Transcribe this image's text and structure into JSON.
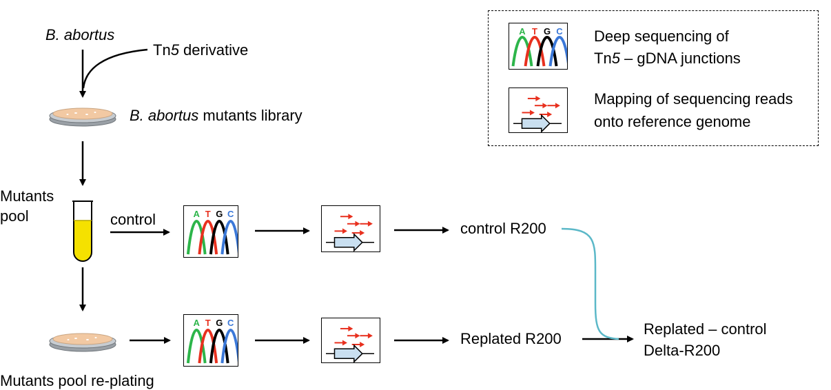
{
  "labels": {
    "b_abortus": "B. abortus",
    "tn5_pre": "Tn",
    "tn5_num": "5",
    "tn5_post": " derivative",
    "library_italic": "B. abortus",
    "library_rest": " mutants library",
    "mutants_pool_1": "Mutants",
    "mutants_pool_2": "pool",
    "control": "control",
    "control_r200": "control R200",
    "replated_r200": "Replated R200",
    "delta_line1": "Replated – control",
    "delta_line2": "Delta-R200",
    "replating": "Mutants pool re-plating"
  },
  "legend": {
    "seq_line1": "Deep sequencing of",
    "seq_line2_pre": "Tn",
    "seq_line2_num": "5",
    "seq_line2_post": " – gDNA junctions",
    "map_line1": "Mapping of sequencing reads",
    "map_line2": "onto reference genome"
  },
  "bases": [
    "A",
    "T",
    "G",
    "C"
  ],
  "colors": {
    "A": "#2db54a",
    "T": "#e8301e",
    "G": "#000000",
    "C": "#3b78d8",
    "read_arrow": "#e8301e",
    "gene_fill": "#c9dff0",
    "connector": "#5bb8c8",
    "liquid": "#f5e100",
    "plate": "#f2c9a3"
  }
}
